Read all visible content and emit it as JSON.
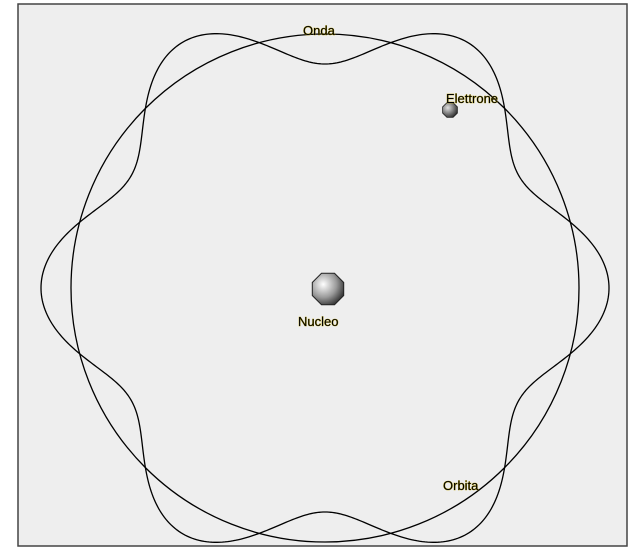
{
  "diagram": {
    "labels": {
      "wave": "Onda",
      "electron": "Elettrone",
      "nucleus": "Nucleo",
      "orbit": "Orbita"
    },
    "wave_lobes": 6,
    "colors": {
      "background": "#eeeeee",
      "border": "#444444",
      "line": "#000000",
      "label_outline": "#b8a000"
    }
  }
}
